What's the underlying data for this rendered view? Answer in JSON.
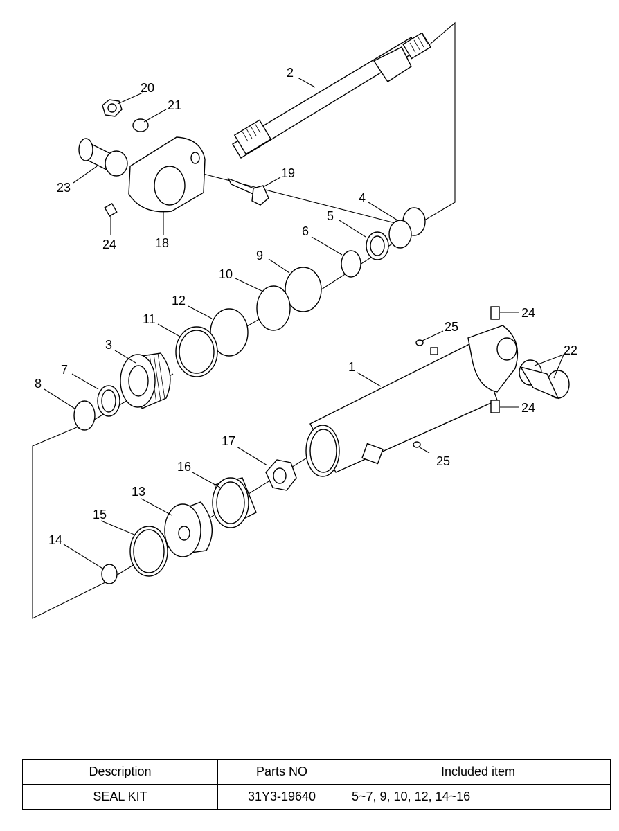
{
  "diagram": {
    "callouts": {
      "c1": "1",
      "c2": "2",
      "c3": "3",
      "c4": "4",
      "c5": "5",
      "c6": "6",
      "c7": "7",
      "c8": "8",
      "c9": "9",
      "c10": "10",
      "c11": "11",
      "c12": "12",
      "c13": "13",
      "c14": "14",
      "c15": "15",
      "c16": "16",
      "c17": "17",
      "c18": "18",
      "c19": "19",
      "c20": "20",
      "c21": "21",
      "c22": "22",
      "c23": "23",
      "c24a": "24",
      "c24b": "24",
      "c24c": "24",
      "c25a": "25",
      "c25b": "25"
    }
  },
  "table": {
    "headers": {
      "description": "Description",
      "parts_no": "Parts NO",
      "included_item": "Included item"
    },
    "rows": [
      {
        "description": "SEAL KIT",
        "parts_no": "31Y3-19640",
        "included_item": "5~7, 9, 10, 12, 14~16"
      }
    ]
  }
}
